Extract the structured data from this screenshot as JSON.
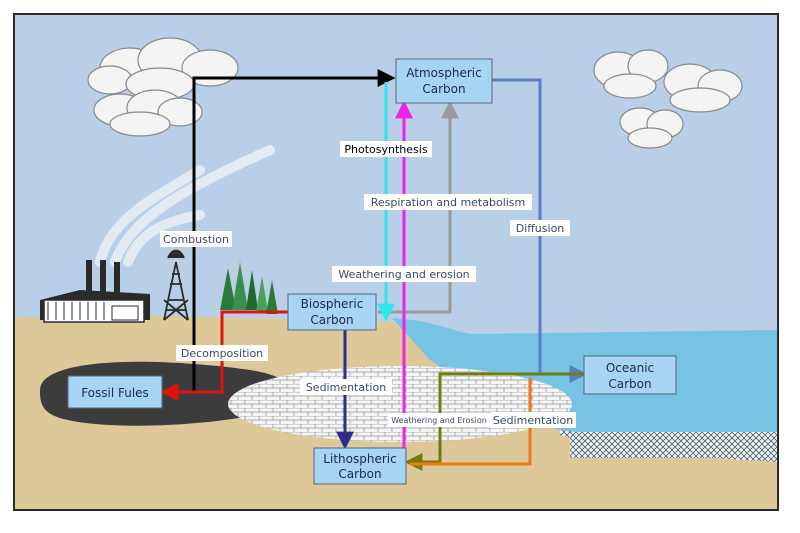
{
  "nodes": {
    "atmospheric": [
      "Atmospheric",
      "Carbon"
    ],
    "biospheric": [
      "Biospheric",
      "Carbon"
    ],
    "fossil": [
      "Fossil Fules"
    ],
    "oceanic": [
      "Oceanic",
      "Carbon"
    ],
    "lithospheric": [
      "Lithospheric",
      "Carbon"
    ]
  },
  "edges": {
    "photosynthesis": "Photosynthesis",
    "respiration": "Respiration and metabolism",
    "combustion": "Combustion",
    "diffusion": "Diffusion",
    "weathering_upper": "Weathering and erosion",
    "decomposition": "Decomposition",
    "sedimentation_left": "Sedimentation",
    "weathering_lower": "Weathering and Erosion",
    "sedimentation_right": "Sedimentation"
  },
  "colors": {
    "sky": "#b9cfe8",
    "ground": "#ddc89a",
    "sea": "#77c3e3",
    "node_fill": "#a8d4f4",
    "black": "#000000",
    "cyan": "#2fe6ee",
    "magenta": "#ee22ee",
    "gray": "#9a9a9a",
    "steel_blue": "#5a7ec4",
    "red": "#e0120c",
    "navy": "#2c2e8a",
    "olive": "#6e7e10",
    "orange": "#f07818"
  }
}
